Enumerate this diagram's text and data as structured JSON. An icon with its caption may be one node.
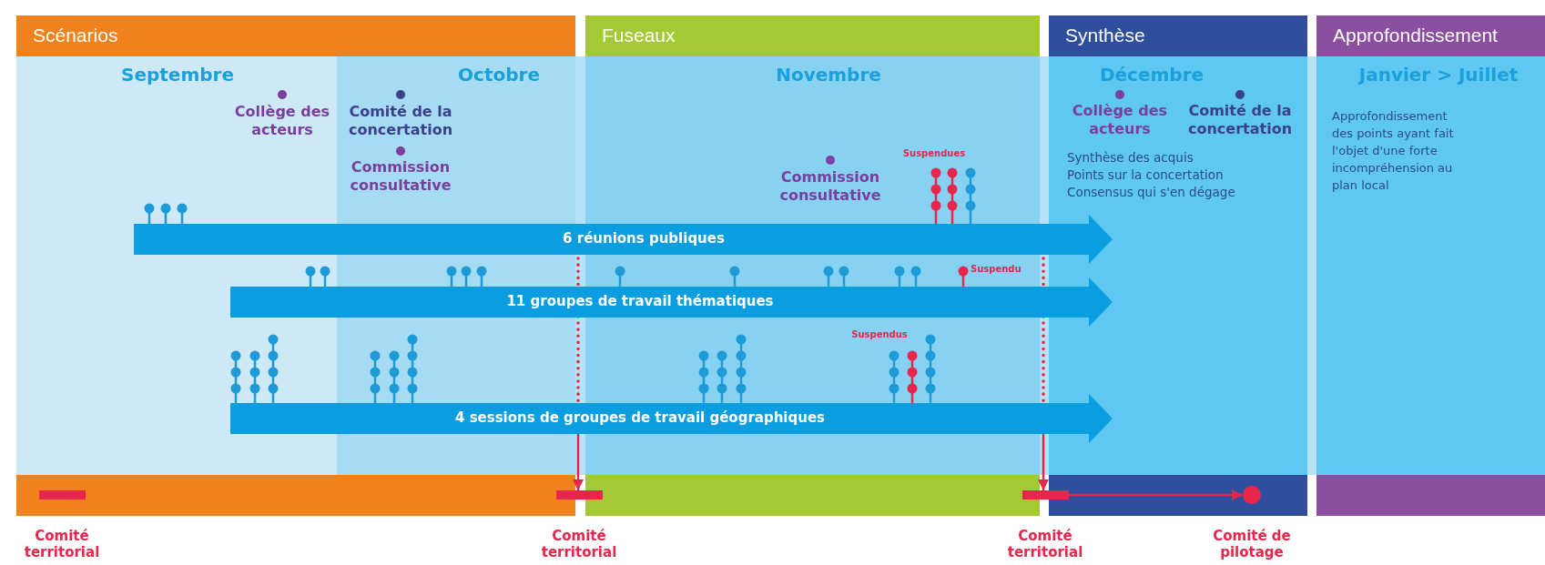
{
  "diagram": {
    "nodes": [
      {
        "text": [
          "Scénarios"
        ]
      },
      {
        "text": [
          "Fuseaux"
        ]
      },
      {
        "text": [
          "Synthèse"
        ]
      },
      {
        "text": [
          "Approfondissement"
        ]
      },
      {
        "text": [
          "6 réunions publiques"
        ]
      },
      {
        "text": [
          "11 groupes de travail thématiques"
        ]
      },
      {
        "text": [
          "4 sessions de groupes de travail géographiques"
        ]
      },
      {
        "text": [
          "Comité territorial"
        ]
      },
      {
        "text": [
          "Comité territorial"
        ]
      },
      {
        "text": [
          "Comité territorial"
        ]
      },
      {
        "text": [
          "Comité de pilotage"
        ]
      }
    ],
    "edges": [
      {
        "from": 6,
        "to": 8,
        "arrow": "to"
      },
      {
        "from": 6,
        "to": 9,
        "arrow": "to"
      },
      {
        "from": 9,
        "to": 10,
        "arrow": "to"
      }
    ],
    "labels": [
      "Septembre",
      "Octobre",
      "Novembre",
      "Décembre",
      "Janvier > Juillet",
      "Collège des acteurs",
      "Comité de la concertation",
      "Commission consultative",
      "Commission consultative",
      "Suspendues",
      "Collège des acteurs",
      "Comité de la concertation",
      "Synthèse des acquis",
      "Points sur la concertation",
      "Consensus qui s'en dégage",
      "Approfondissement des points ayant fait l'objet d'une forte incompréhension au plan local",
      "Suspendu",
      "Suspendus"
    ]
  }
}
